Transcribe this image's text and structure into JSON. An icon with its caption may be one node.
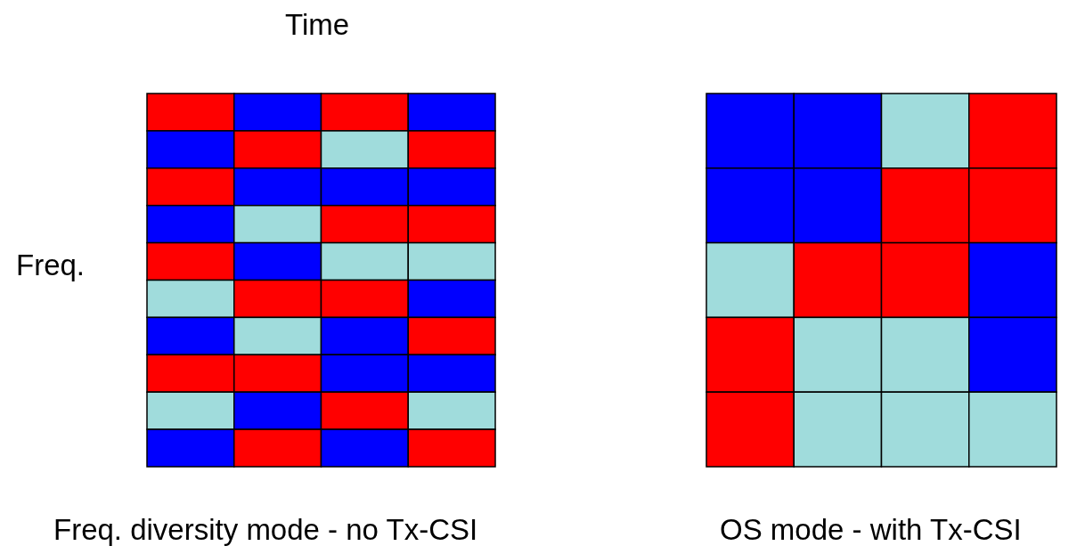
{
  "diagram": {
    "labels": [
      "Time",
      "Freq.",
      "Freq. diversity mode - no Tx-CSI",
      "OS mode - with Tx-CSI"
    ]
  }
}
